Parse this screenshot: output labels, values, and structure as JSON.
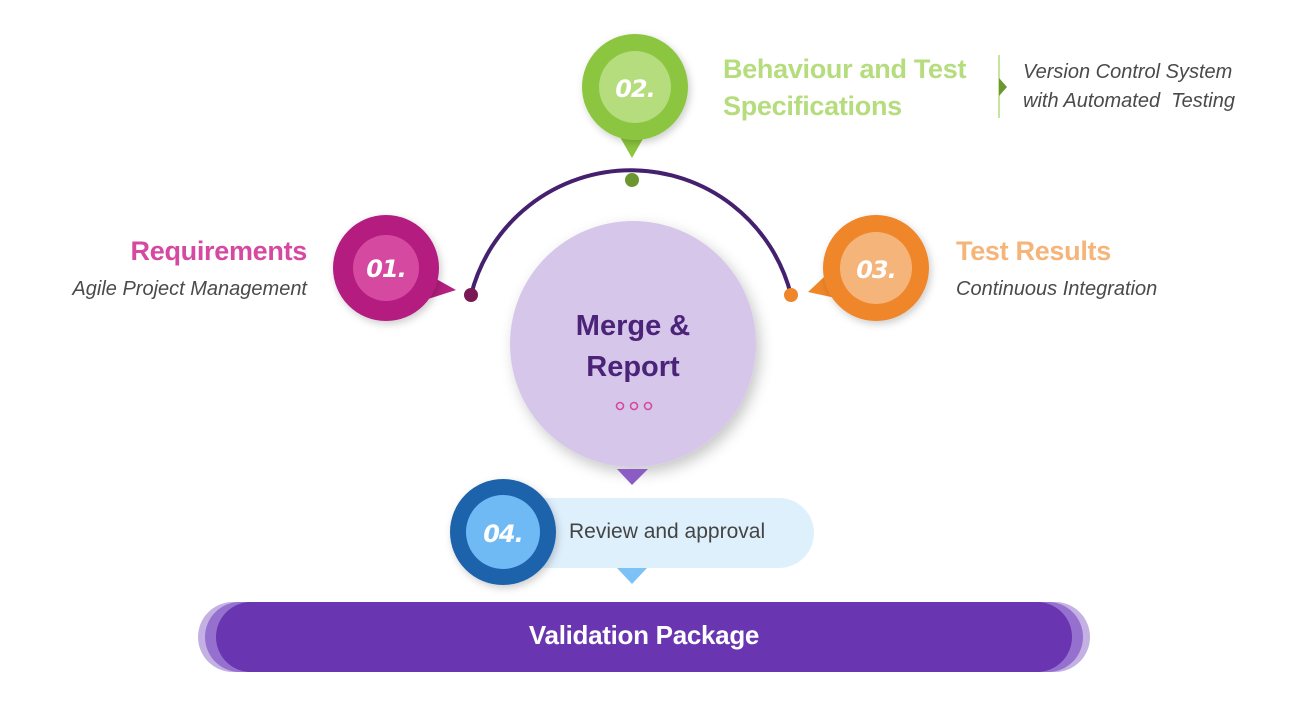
{
  "colors": {
    "step1": "#b51f7f",
    "step1_inner": "#d54aa0",
    "step2": "#8cc63f",
    "step2_inner": "#b5dc7d",
    "step3": "#f0862a",
    "step3_inner": "#f5b57a",
    "step4": "#1f64ac",
    "step4_inner": "#6fbaf5",
    "arc": "#45206f",
    "center_fill": "#d6c7ea",
    "package": "#6a35b0"
  },
  "steps": [
    {
      "number": "01.",
      "title": "Requirements",
      "subtitle": "Agile Project Management"
    },
    {
      "number": "02.",
      "title_line1": "Behaviour and Test",
      "title_line2": "Specifications",
      "subtitle_line1": "Version Control System",
      "subtitle_line2": "with Automated  Testing"
    },
    {
      "number": "03.",
      "title": "Test Results",
      "subtitle": "Continuous Integration"
    },
    {
      "number": "04.",
      "label": "Review and approval"
    }
  ],
  "center": {
    "line1": "Merge &",
    "line2": "Report"
  },
  "package": {
    "label": "Validation Package"
  }
}
